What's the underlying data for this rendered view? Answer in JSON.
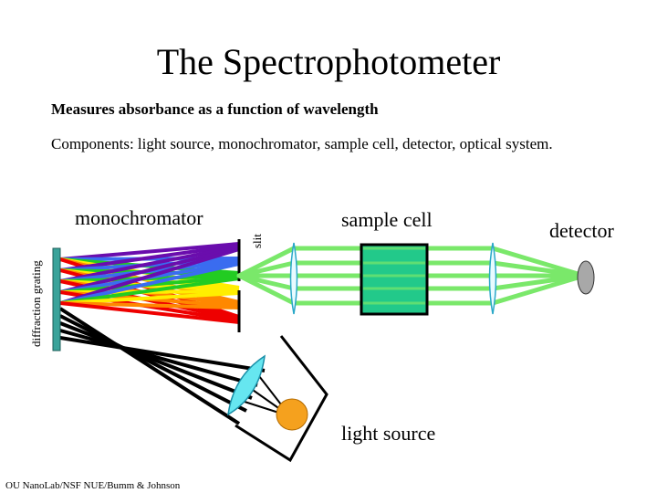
{
  "title": "The Spectrophotometer",
  "subtitle": "Measures absorbance as a function of wavelength",
  "components": "Components:  light source, monochromator, sample cell, detector, optical system.",
  "labels": {
    "monochromator": "monochromator",
    "slit": "slit",
    "diffraction_grating": "diffraction grating",
    "sample_cell": "sample cell",
    "detector": "detector",
    "light_source": "light source"
  },
  "credit": "OU NanoLab/NSF NUE/Bumm & Johnson",
  "colors": {
    "spectrum": [
      "#6a0dad",
      "#3a6cf0",
      "#22cc22",
      "#ffee00",
      "#ff8800",
      "#ee0000"
    ],
    "green_beam": "#7ae86a",
    "grating": "#3aa39a",
    "lens": "#66e6f0",
    "sample_cell": "#22c98a",
    "lamp": "#f5a11e",
    "detector": "#a8a8a8"
  }
}
